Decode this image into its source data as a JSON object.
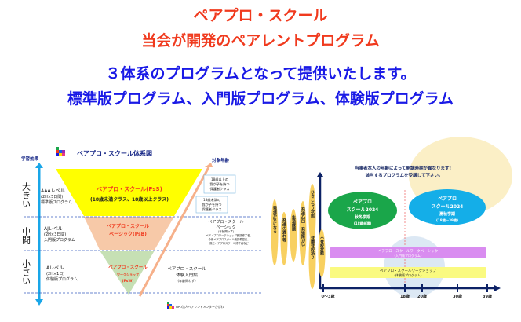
{
  "headline": {
    "line1": "ペアプロ・スクール",
    "line2": "当会が開発のペアレントプログラム",
    "line3": "３体系のプログラムとなって提供いたします。",
    "line4": "標準版プログラム、入門版プログラム、体験版プログラム"
  },
  "colors": {
    "red": "#f03a1e",
    "blue": "#1a1ae6",
    "yellow": "#ffff00",
    "peach": "#f7c9a8",
    "green": "#c6e0b4",
    "navy": "#0d2266"
  },
  "system_diagram": {
    "title": "ペアプロ・スクール体系図",
    "y_axis_label": "学習効果",
    "right_axis_label": "対象年齢",
    "levels": [
      {
        "size": "大きい",
        "level": "AAAレベル",
        "detail": "(2H×5日間)",
        "type": "標準版プログラム"
      },
      {
        "size": "中間",
        "level": "AJレベル",
        "detail": "(2H×3日間)",
        "type": "入門版プログラム"
      },
      {
        "size": "小さい",
        "level": "Aレベル",
        "detail": "(2H×1日)",
        "type": "体験版プログラム"
      }
    ],
    "tiers": [
      {
        "name": "ペアプロ・スクール(PsS)",
        "sub": "(18歳未満クラス、18歳以上クラス)"
      },
      {
        "name": "ペアプロ・スクール",
        "name2": "ベーシック(PsB)"
      },
      {
        "name": "ペアプロ・スクール",
        "name2": "ワークショップ",
        "name3": "(PsW)"
      }
    ],
    "age_boxes": [
      {
        "l1": "18歳以上の",
        "l2": "我が子を持つ",
        "l3": "保護者クラス"
      },
      {
        "l1": "18歳未満の",
        "l2": "我が子を持つ",
        "l3": "保護者クラス"
      }
    ],
    "right_notes": [
      {
        "l1": "ペアプロ・スクール",
        "l2": "ベーシック",
        "l3": "(年齢問わず)",
        "l4": "ペア・プロワークショップ受講修了者、",
        "l5": "今後ペアプロスクール受講希望者、",
        "l6": "既にペアプロスクール修了者など"
      },
      {
        "l1": "ペアプロ・スクール",
        "l2": "体験入門編",
        "l3": "(年齢問わず)"
      }
    ],
    "footer": "NPO法人ペアレントメンターかがわ"
  },
  "age_chart": {
    "note_line1": "当事者本人の年齢によって開講時期が異なります！",
    "note_line2": "該当するプログラムを受講して下さい。",
    "symptoms": [
      "発達が気になる",
      "発達の遅れ等",
      "生活課題",
      "発達凸凹・発達障がい",
      "ひきこもり状態",
      "不登校状態",
      "登園登校渋り"
    ],
    "programs": [
      {
        "l1": "ペアプロ",
        "l2": "スクール2024",
        "l3": "秋冬学期",
        "l4": "(18歳未満)",
        "color": "#1aa64a"
      },
      {
        "l1": "ペアプロ",
        "l2": "スクール2024",
        "l3": "夏秋学期",
        "l4": "(18歳～39歳)",
        "color": "#14aee8"
      }
    ],
    "bars": [
      {
        "l1": "ペアプロ・スクールワークベーシック",
        "l2": "(入門版プログラム)",
        "color": "#d98cf0"
      },
      {
        "l1": "ペアプロ・スクールワークショップ",
        "l2": "(体験版プログラム)",
        "color": "#fafa80"
      }
    ],
    "x_ticks": [
      "0～3歳",
      "18歳",
      "20歳",
      "30歳",
      "39歳"
    ]
  }
}
